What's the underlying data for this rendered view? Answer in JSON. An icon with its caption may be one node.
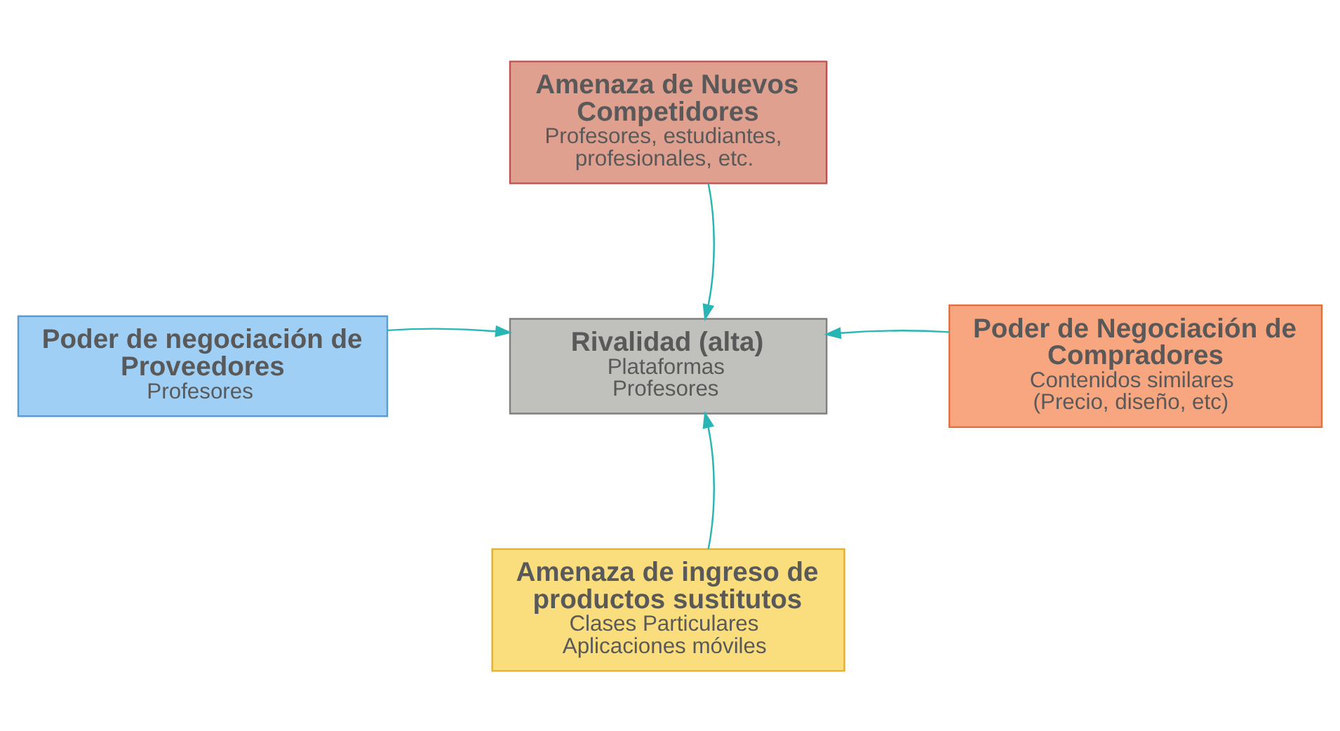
{
  "diagram": {
    "nodes": [
      {
        "text": [
          "Amenaza de Nuevos Competidores",
          "Profesores, estudiantes, profesionales, etc."
        ]
      },
      {
        "text": [
          "Poder de negociación de Proveedores",
          "Profesores"
        ]
      },
      {
        "text": [
          "Rivalidad (alta)",
          "Plataformas",
          "Profesores"
        ]
      },
      {
        "text": [
          "Poder de Negociación de Compradores",
          "Contenidos similares (Precio, diseño, etc)"
        ]
      },
      {
        "text": [
          "Amenaza de ingreso de productos sustitutos",
          "Clases Particulares",
          "Aplicaciones móviles"
        ]
      }
    ],
    "edges": [
      {
        "from": 0,
        "to": 2,
        "arrow": "to"
      },
      {
        "from": 1,
        "to": 2,
        "arrow": "to"
      },
      {
        "from": 3,
        "to": 2,
        "arrow": "to"
      },
      {
        "from": 4,
        "to": 2,
        "arrow": "to"
      }
    ]
  }
}
